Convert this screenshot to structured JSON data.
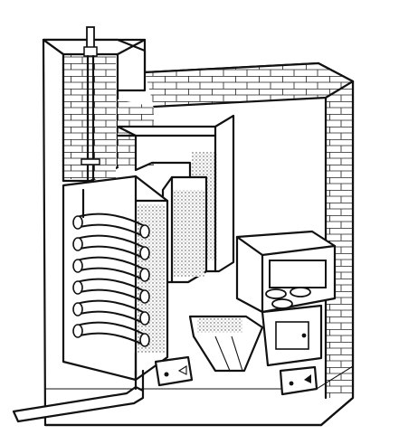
{
  "diagram": {
    "colors": {
      "ink": "#111111",
      "paper": "#ffffff",
      "shade": "#555555"
    },
    "parts": [
      "chimney-flue",
      "pipe-through-chimney",
      "brick-housing",
      "serpentine-flue-duct",
      "coiled-heat-exchanger",
      "outlet-water-pipe",
      "right-firebox-oven",
      "right-firebox-door",
      "left-ash-door",
      "right-ash-door",
      "ash-pit-channel"
    ]
  }
}
